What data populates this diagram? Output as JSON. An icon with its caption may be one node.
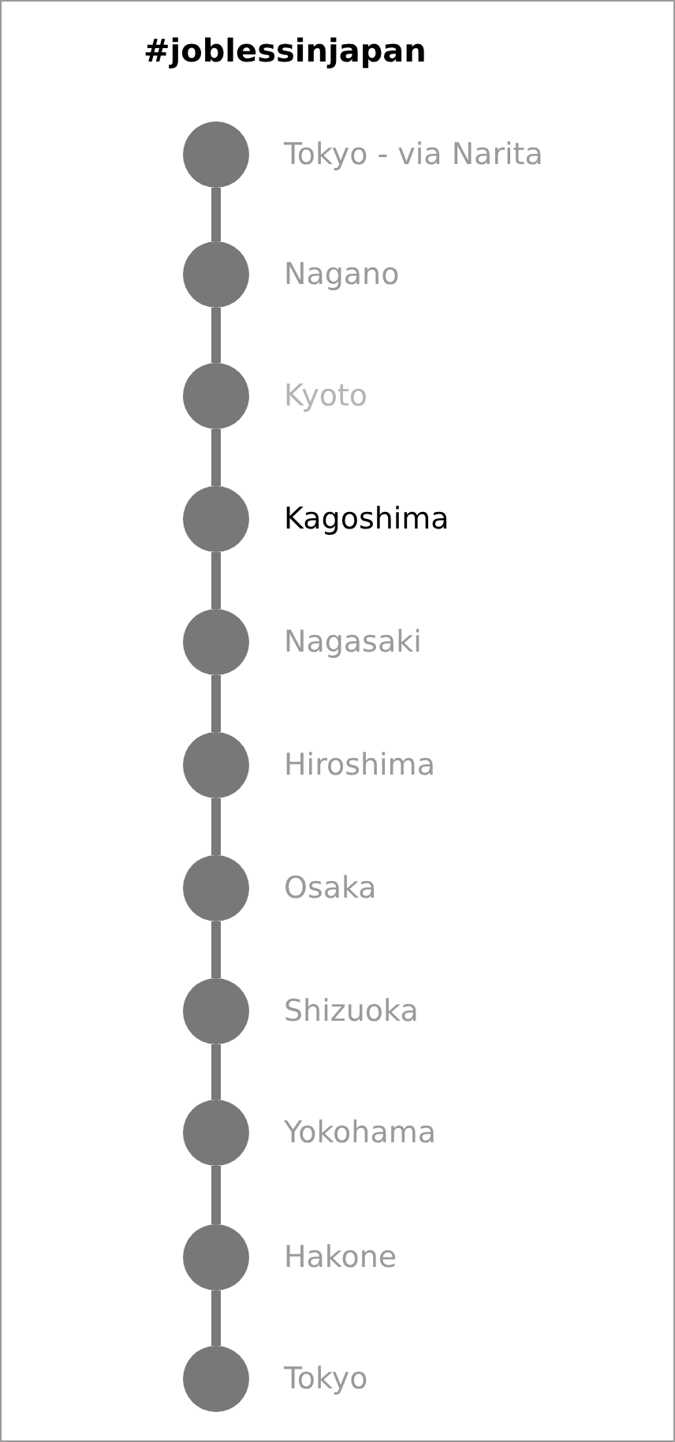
{
  "diagram": {
    "title": "#joblessinjapan",
    "nodes": [
      {
        "text": [],
        "shape": "circle",
        "beside": [
          "Tokyo - via Narita"
        ]
      },
      {
        "text": [],
        "shape": "circle",
        "beside": [
          "Nagano"
        ]
      },
      {
        "text": [],
        "shape": "circle",
        "beside": [
          "Kyoto"
        ]
      },
      {
        "text": [],
        "shape": "circle",
        "beside": [
          "Kagoshima"
        ]
      },
      {
        "text": [],
        "shape": "circle",
        "beside": [
          "Nagasaki"
        ]
      },
      {
        "text": [],
        "shape": "circle",
        "beside": [
          "Hiroshima"
        ]
      },
      {
        "text": [],
        "shape": "circle",
        "beside": [
          "Osaka"
        ]
      },
      {
        "text": [],
        "shape": "circle",
        "beside": [
          "Shizuoka"
        ]
      },
      {
        "text": [],
        "shape": "circle",
        "beside": [
          "Yokohama"
        ]
      },
      {
        "text": [],
        "shape": "circle",
        "beside": [
          "Hakone"
        ]
      },
      {
        "text": [],
        "shape": "circle",
        "beside": [
          "Tokyo"
        ]
      }
    ],
    "edges": [
      {
        "from": 0,
        "to": 1,
        "arrow": "none"
      },
      {
        "from": 1,
        "to": 2,
        "arrow": "none"
      },
      {
        "from": 2,
        "to": 3,
        "arrow": "none"
      },
      {
        "from": 3,
        "to": 4,
        "arrow": "none"
      },
      {
        "from": 4,
        "to": 5,
        "arrow": "none"
      },
      {
        "from": 5,
        "to": 6,
        "arrow": "none"
      },
      {
        "from": 6,
        "to": 7,
        "arrow": "none"
      },
      {
        "from": 7,
        "to": 8,
        "arrow": "none"
      },
      {
        "from": 8,
        "to": 9,
        "arrow": "none"
      },
      {
        "from": 9,
        "to": 10,
        "arrow": "none"
      }
    ]
  }
}
